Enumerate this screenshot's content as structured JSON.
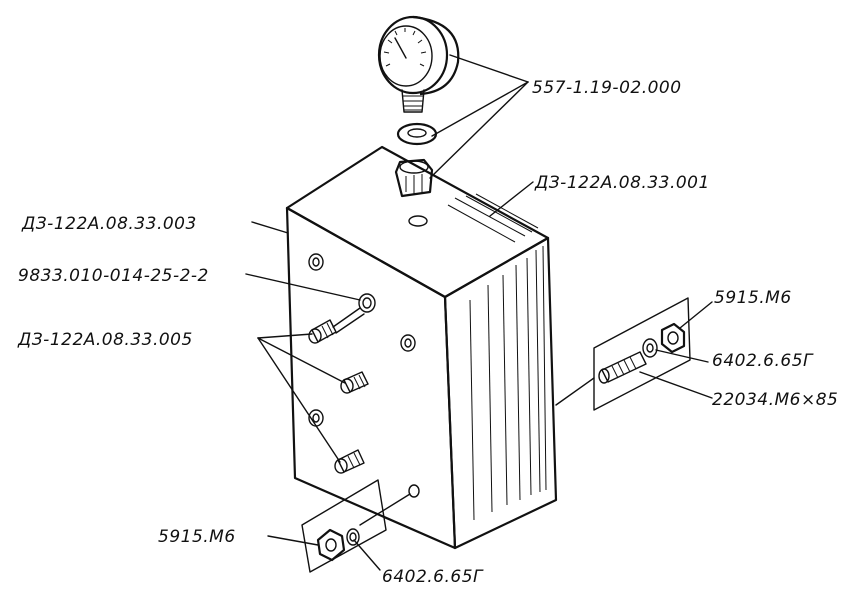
{
  "labels": {
    "gauge_assembly": "557-1.19-02.000",
    "body_top": "ДЗ-122А.08.33.001",
    "front_panel": "ДЗ-122А.08.33.003",
    "seal_ring": "9833.010-014-25-2-2",
    "fittings": "ДЗ-122А.08.33.005",
    "nut_right": "5915.М6",
    "washer_right": "6402.6.65Г",
    "stud_right": "22034.М6×85",
    "nut_bottom": "5915.М6",
    "washer_bottom": "6402.6.65Г"
  }
}
